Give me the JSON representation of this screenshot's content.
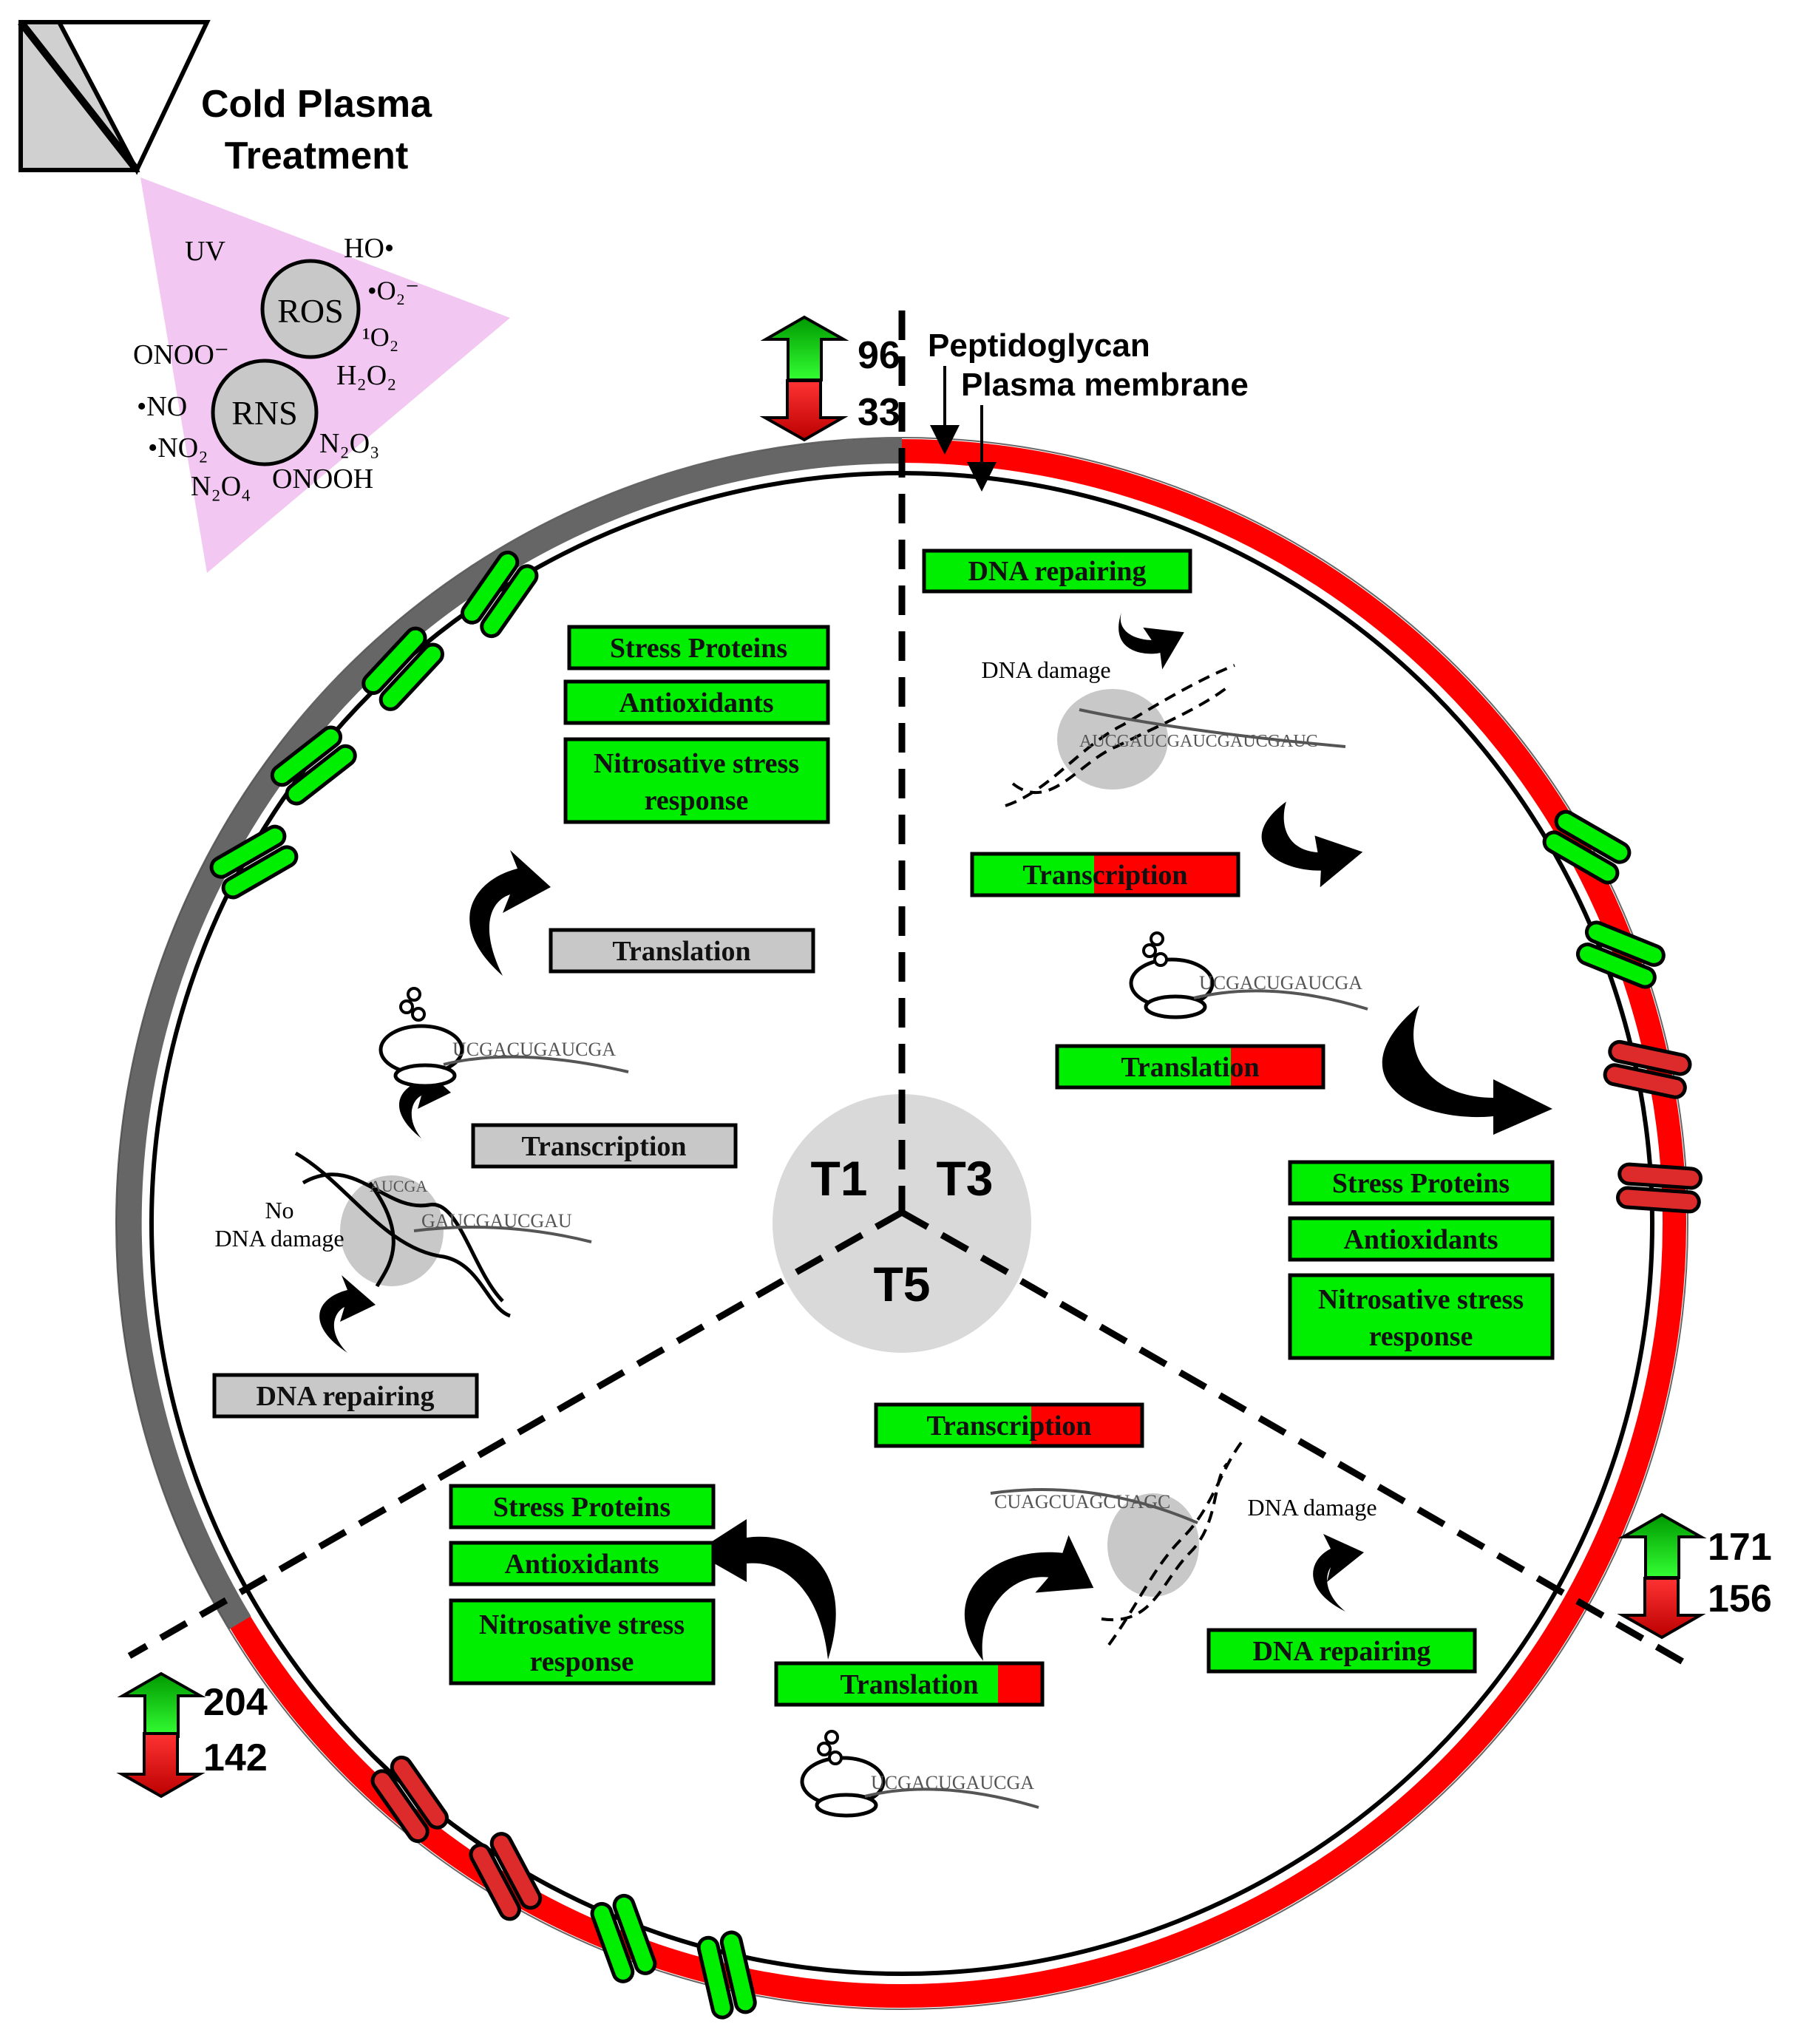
{
  "title": {
    "line1": "Cold Plasma",
    "line2": "Treatment"
  },
  "reactive_species": {
    "uv": "UV",
    "ho": "HO•",
    "o2minus": "•O₂⁻",
    "singlet_o2": "¹O₂",
    "h2o2": "H₂O₂",
    "onoo": "ONOO⁻",
    "no": "•NO",
    "no2": "•NO₂",
    "n2o4": "N₂O₄",
    "n2o3": "N₂O₃",
    "onooh": "ONOOH",
    "ros": "ROS",
    "rns": "RNS"
  },
  "membrane_labels": {
    "peptidoglycan": "Peptidoglycan",
    "plasma_membrane": "Plasma membrane"
  },
  "treatments": {
    "t1": "T1",
    "t3": "T3",
    "t5": "T5"
  },
  "gene_counts": {
    "t3": {
      "up": "96",
      "down": "33"
    },
    "t5_right": {
      "up": "171",
      "down": "156"
    },
    "t5_left": {
      "up": "204",
      "down": "142"
    }
  },
  "t1": {
    "stress_proteins": "Stress Proteins",
    "antioxidants": "Antioxidants",
    "nitro_line1": "Nitrosative stress",
    "nitro_line2": "response",
    "translation": "Translation",
    "transcription": "Transcription",
    "dna_repairing": "DNA repairing",
    "no_damage_line1": "No",
    "no_damage_line2": "DNA damage",
    "rna_seq_1": "UCGACUGAUCGA",
    "rna_seq_2": "GAUCGAUCGAU",
    "rna_seq_3": "AUCGA"
  },
  "t3": {
    "dna_repairing": "DNA repairing",
    "dna_damage": "DNA damage",
    "transcription": "Transcription",
    "translation": "Translation",
    "stress_proteins": "Stress Proteins",
    "antioxidants": "Antioxidants",
    "nitro_line1": "Nitrosative stress",
    "nitro_line2": "response",
    "rna_seq_1": "AUCGAUCGAUCGAUCGAUC",
    "rna_seq_2": "UCGACUGAUCGA"
  },
  "t5": {
    "transcription": "Transcription",
    "dna_damage": "DNA damage",
    "dna_repairing": "DNA repairing",
    "translation": "Translation",
    "stress_proteins": "Stress Proteins",
    "antioxidants": "Antioxidants",
    "nitro_line1": "Nitrosative stress",
    "nitro_line2": "response",
    "rna_seq_1": "CUAGCUAGCUAGC",
    "rna_seq_2": "UCGACUGAUCGA"
  },
  "colors": {
    "green": "#00ee00",
    "red": "#ff0000",
    "dark_red": "#dd2a2a",
    "grey": "#c8c8c8",
    "membrane_grey": "#666666",
    "plasma_pink": "#f2c8f2",
    "circle_grey": "#d9d9d9"
  }
}
